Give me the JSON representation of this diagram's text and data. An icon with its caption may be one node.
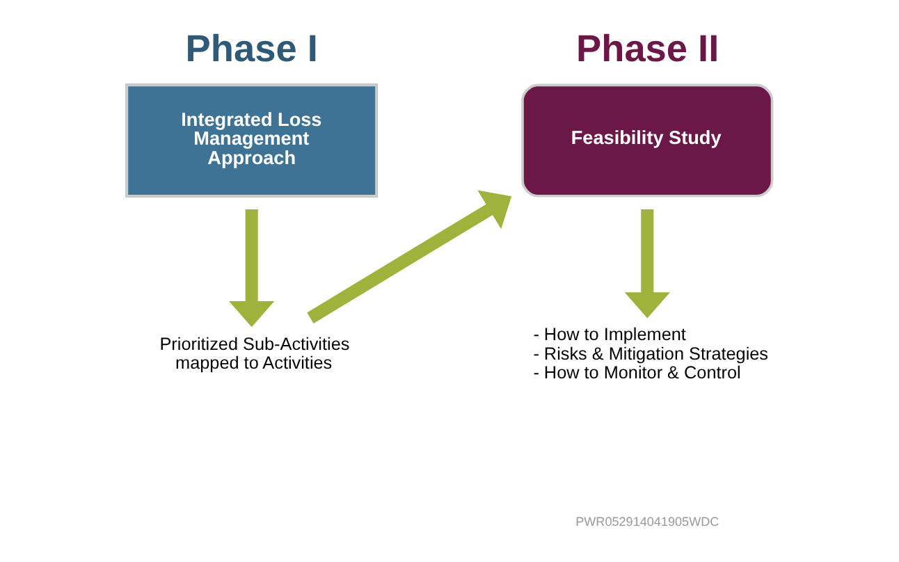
{
  "diagram": {
    "nodes": [
      {
        "text": [
          "Phase I",
          "Integrated Loss Management Approach"
        ]
      },
      {
        "text": [
          "Prioritized Sub-Activities mapped to Activities"
        ]
      },
      {
        "text": [
          "Phase II",
          "Feasibility Study"
        ]
      },
      {
        "text": [
          "- How to Implement",
          "- Risks & Mitigation Strategies",
          "- How to Monitor & Control"
        ]
      }
    ],
    "edges": [
      {
        "from": 0,
        "to": 1,
        "arrow": "to"
      },
      {
        "from": 1,
        "to": 2,
        "arrow": "to"
      },
      {
        "from": 2,
        "to": 3,
        "arrow": "to"
      }
    ],
    "labels": [
      "PWR052914041905WDC"
    ]
  }
}
